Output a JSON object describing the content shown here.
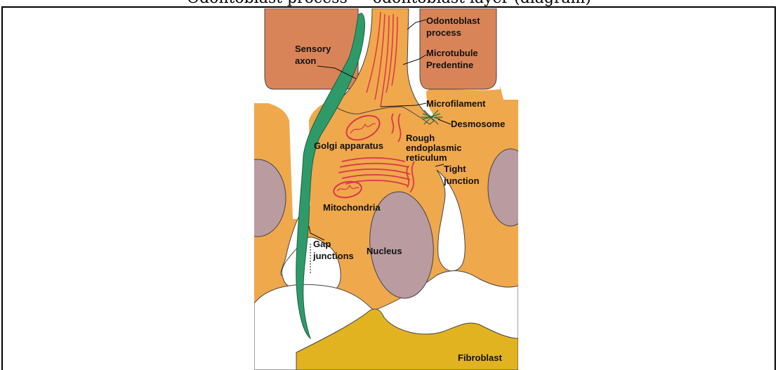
{
  "caption": "Odontoblast process — odontoblast layer (diagram)",
  "labels": {
    "odontoblast_process_1": "Odontoblast",
    "odontoblast_process_2": "process",
    "microtubule": "Microtubule",
    "predentine": "Predentine",
    "microfilament": "Microfilament",
    "sensory_axon_1": "Sensory",
    "sensory_axon_2": "axon",
    "desmosome": "Desmosome",
    "rough_er_1": "Rough",
    "rough_er_2": "endoplasmic",
    "rough_er_3": "reticulum",
    "golgi": "Golgi apparatus",
    "tight_junction_1": "Tight",
    "tight_junction_2": "junction",
    "mitochondria": "Mitochondria",
    "gap_junctions_1": "Gap",
    "gap_junctions_2": "junctions",
    "nucleus": "Nucleus",
    "fibroblast": "Fibroblast"
  },
  "colors": {
    "cytoplasm": "#F0A84C",
    "predentine_block": "#D98458",
    "nucleus": "#B99BA0",
    "axon": "#2E9A6A",
    "organelle": "#D9374A",
    "fibroblast": "#E2B321",
    "background": "#FFFFFF"
  }
}
